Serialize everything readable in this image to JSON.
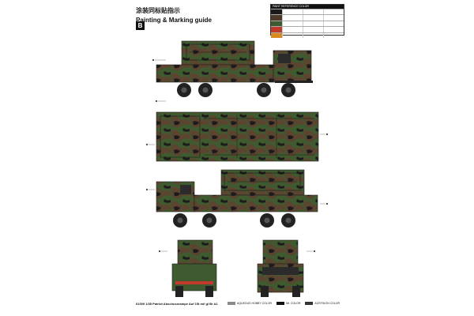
{
  "header": {
    "title_cn": "涂装同标贴指示",
    "title_en": "Painting & Marking guide",
    "section_letter": "B"
  },
  "paint_chart": {
    "heading": "PAINT REFERENCE COLOR",
    "swatches": [
      {
        "color": "#1a1a1a"
      },
      {
        "color": "#4a3a26"
      },
      {
        "color": "#3e5a2e"
      },
      {
        "color": "#c0392b"
      },
      {
        "color": "#d98a1e"
      }
    ]
  },
  "footer": {
    "model_number": "01009",
    "scale": "1/35",
    "model_name": "Patriot Abschussrampe Auf 15t mil gl Br A1"
  },
  "legend": [
    {
      "label": "AQUEOUS HOBBY COLOR",
      "color": "#8a8a8a"
    },
    {
      "label": "Mr. COLOR",
      "color": "#111111"
    },
    {
      "label": "ACRYSION COLOR",
      "color": "#333333"
    }
  ],
  "colors": {
    "camo_green": "#3f5a2f",
    "camo_brown": "#5b4430",
    "camo_black": "#1c1c1c",
    "wheel": "#222222"
  }
}
